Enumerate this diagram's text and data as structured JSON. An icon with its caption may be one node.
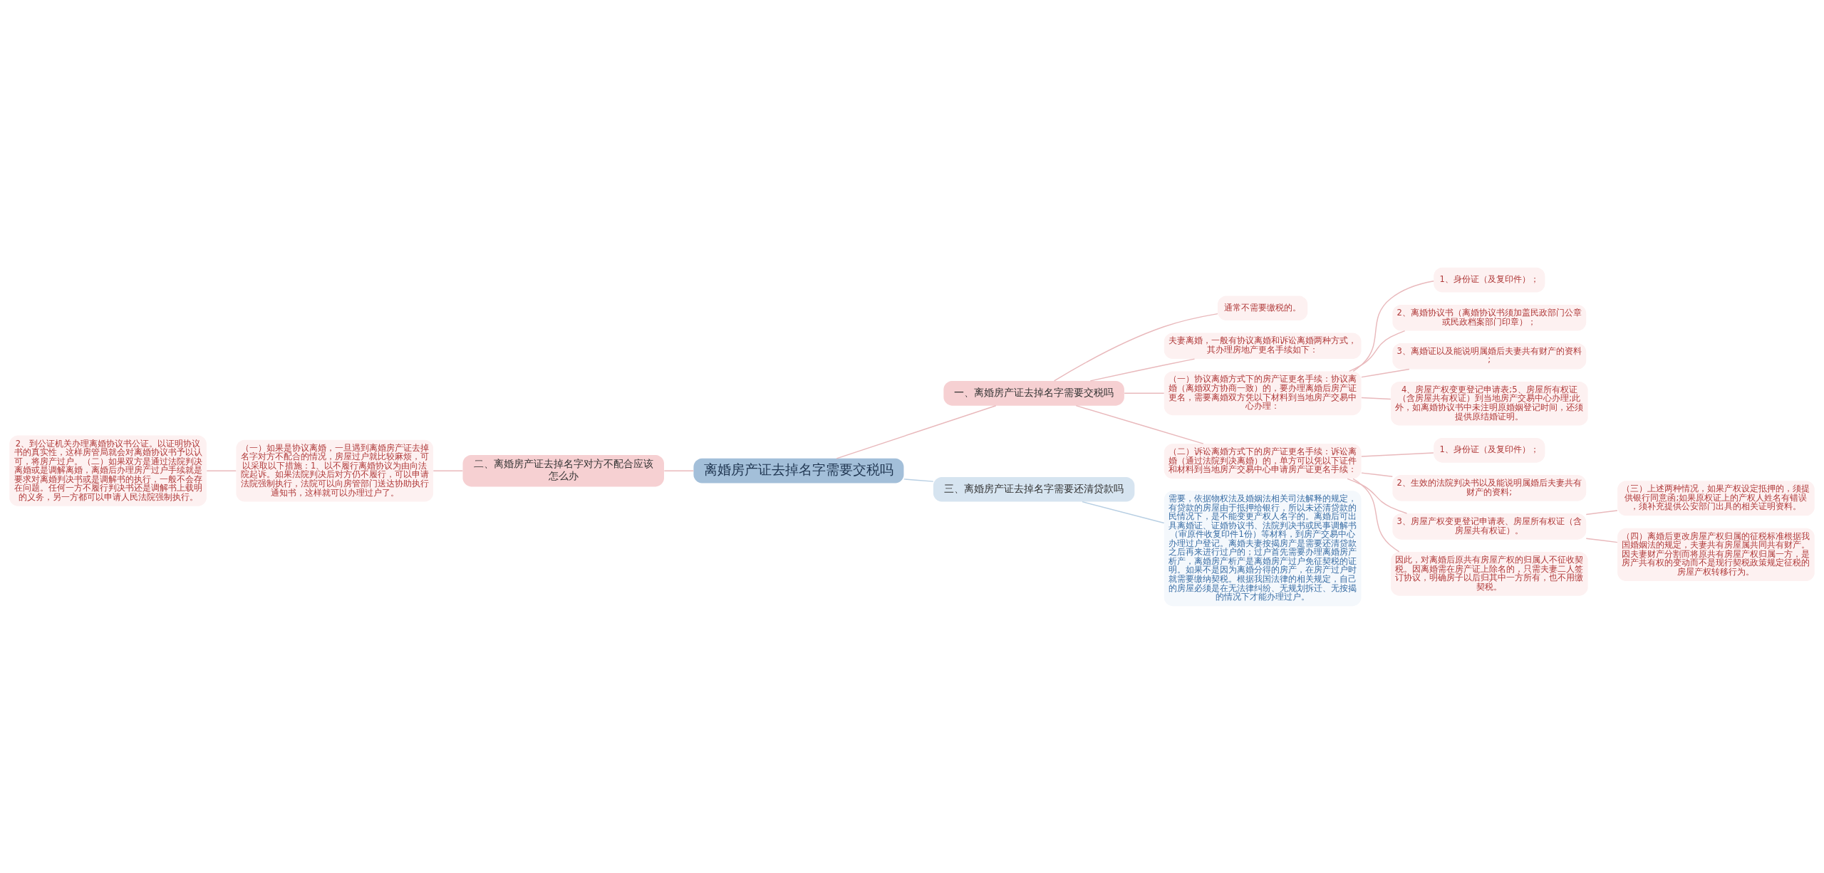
{
  "diagram": {
    "nodes": [
      {
        "text": [
          "离婚房产证去掉名字需要交税吗"
        ]
      },
      {
        "text": [
          "一、离婚房产证去掉名字需要交税吗"
        ]
      },
      {
        "text": [
          "通常不需要缴税的。"
        ]
      },
      {
        "text": [
          "夫妻离婚，一般有协议离婚和诉讼离婚两种方式，其办理房地产更名手续如下："
        ]
      },
      {
        "text": [
          "（一）协议离婚方式下的房产证更名手续：协议离婚（离婚双方协商一致）的，要办理离婚后房产证更名，需要离婚双方凭以下材料到当地房产交易中心办理："
        ]
      },
      {
        "text": [
          "1、身份证（及复印件）；"
        ]
      },
      {
        "text": [
          "2、离婚协议书（离婚协议书须加盖民政部门公章或民政档案部门印章）；"
        ]
      },
      {
        "text": [
          "3、离婚证以及能说明属婚后夫妻共有财产的资料;"
        ]
      },
      {
        "text": [
          "4、房屋产权变更登记申请表;5、房屋所有权证（含房屋共有权证）到当地房产交易中心办理;此外，如离婚协议书中未注明原婚姻登记时间，还须提供原结婚证明。"
        ]
      },
      {
        "text": [
          "（二）诉讼离婚方式下的房产证更名手续：诉讼离婚（通过法院判决离婚）的，单方可以凭以下证件和材料到当地房产交易中心申请房产证更名手续："
        ]
      },
      {
        "text": [
          "1、身份证（及复印件）；"
        ]
      },
      {
        "text": [
          "2、生效的法院判决书以及能说明属婚后夫妻共有财产的资料;"
        ]
      },
      {
        "text": [
          "3、房屋产权变更登记申请表、房屋所有权证（含房屋共有权证）。"
        ]
      },
      {
        "text": [
          "（三）上述两种情况，如果产权设定抵押的，须提供银行同意函;如果原权证上的产权人姓名有错误，须补充提供公安部门出具的相关证明资料。"
        ]
      },
      {
        "text": [
          "（四）离婚后更改房屋产权归属的征税标准根据我国婚姻法的规定，夫妻共有房屋属共同共有财产。因夫妻财产分割而将原共有房屋产权归属一方，是房产共有权的变动而不是现行契税政策规定征税的房屋产权转移行为。"
        ]
      },
      {
        "text": [
          "因此，对离婚后原共有房屋产权的归属人不征收契税。因离婚需在房产证上除名的，只需夫妻二人签订协议，明确房子以后归其中一方所有，也不用缴契税。"
        ]
      },
      {
        "text": [
          "二、离婚房产证去掉名字对方不配合应该怎么办"
        ]
      },
      {
        "text": [
          "（一）如果是协议离婚，一旦遇到离婚房产证去掉名字对方不配合的情况，房屋过户就比较麻烦，可以采取以下措施：1、以不履行离婚协议为由向法院起诉。如果法院判决后对方仍不履行，可以申请法院强制执行，法院可以向房管部门送达协助执行通知书，这样就可以办理过户了。"
        ]
      },
      {
        "text": [
          "2、到公证机关办理离婚协议书公证。以证明协议书的真实性，这样房管局就会对离婚协议书予以认可，将房产过户。（二）如果双方是通过法院判决离婚或是调解离婚，离婚后办理房产过户手续就是要求对离婚判决书或是调解书的执行，一般不会存在问题。任何一方不履行判决书还是调解书上载明的义务，另一方都可以申请人民法院强制执行。"
        ]
      },
      {
        "text": [
          "三、离婚房产证去掉名字需要还清贷款吗"
        ]
      },
      {
        "text": [
          "需要，依据物权法及婚姻法相关司法解释的规定，有贷款的房屋由于抵押给银行，所以未还清贷款的民情况下，是不能变更产权人名字的。离婚后可出具离婚证、证婚协议书、法院判决书或民事调解书（审原件收复印件1份）等材料，到房产交易中心办理过户登记。离婚夫妻按揭房产是需要还清贷款之后再来进行过户的；过户首先需要办理离婚房产析产，离婚房产析产是离婚房产过户免征契税的证明。如果不是因为离婚分得的房产，在房产过户时就需要缴纳契税。根据我国法律的相关规定，自己的房屋必须是在无法律纠纷、无规划拆迁、无按揭的情况下才能办理过户。"
        ]
      }
    ],
    "edges": [
      {
        "from": 0,
        "to": 1,
        "arrow": "none"
      },
      {
        "from": 1,
        "to": 2,
        "arrow": "none"
      },
      {
        "from": 1,
        "to": 3,
        "arrow": "none"
      },
      {
        "from": 1,
        "to": 4,
        "arrow": "none"
      },
      {
        "from": 4,
        "to": 5,
        "arrow": "none"
      },
      {
        "from": 4,
        "to": 6,
        "arrow": "none"
      },
      {
        "from": 4,
        "to": 7,
        "arrow": "none"
      },
      {
        "from": 4,
        "to": 8,
        "arrow": "none"
      },
      {
        "from": 1,
        "to": 9,
        "arrow": "none"
      },
      {
        "from": 9,
        "to": 10,
        "arrow": "none"
      },
      {
        "from": 9,
        "to": 11,
        "arrow": "none"
      },
      {
        "from": 9,
        "to": 12,
        "arrow": "none"
      },
      {
        "from": 12,
        "to": 13,
        "arrow": "none"
      },
      {
        "from": 12,
        "to": 14,
        "arrow": "none"
      },
      {
        "from": 9,
        "to": 15,
        "arrow": "none"
      },
      {
        "from": 0,
        "to": 16,
        "arrow": "none"
      },
      {
        "from": 16,
        "to": 17,
        "arrow": "none"
      },
      {
        "from": 17,
        "to": 18,
        "arrow": "none"
      },
      {
        "from": 0,
        "to": 19,
        "arrow": "none",
        "color": "#b8cfe3"
      },
      {
        "from": 19,
        "to": 20,
        "arrow": "none",
        "color": "#b8cfe3"
      }
    ]
  }
}
